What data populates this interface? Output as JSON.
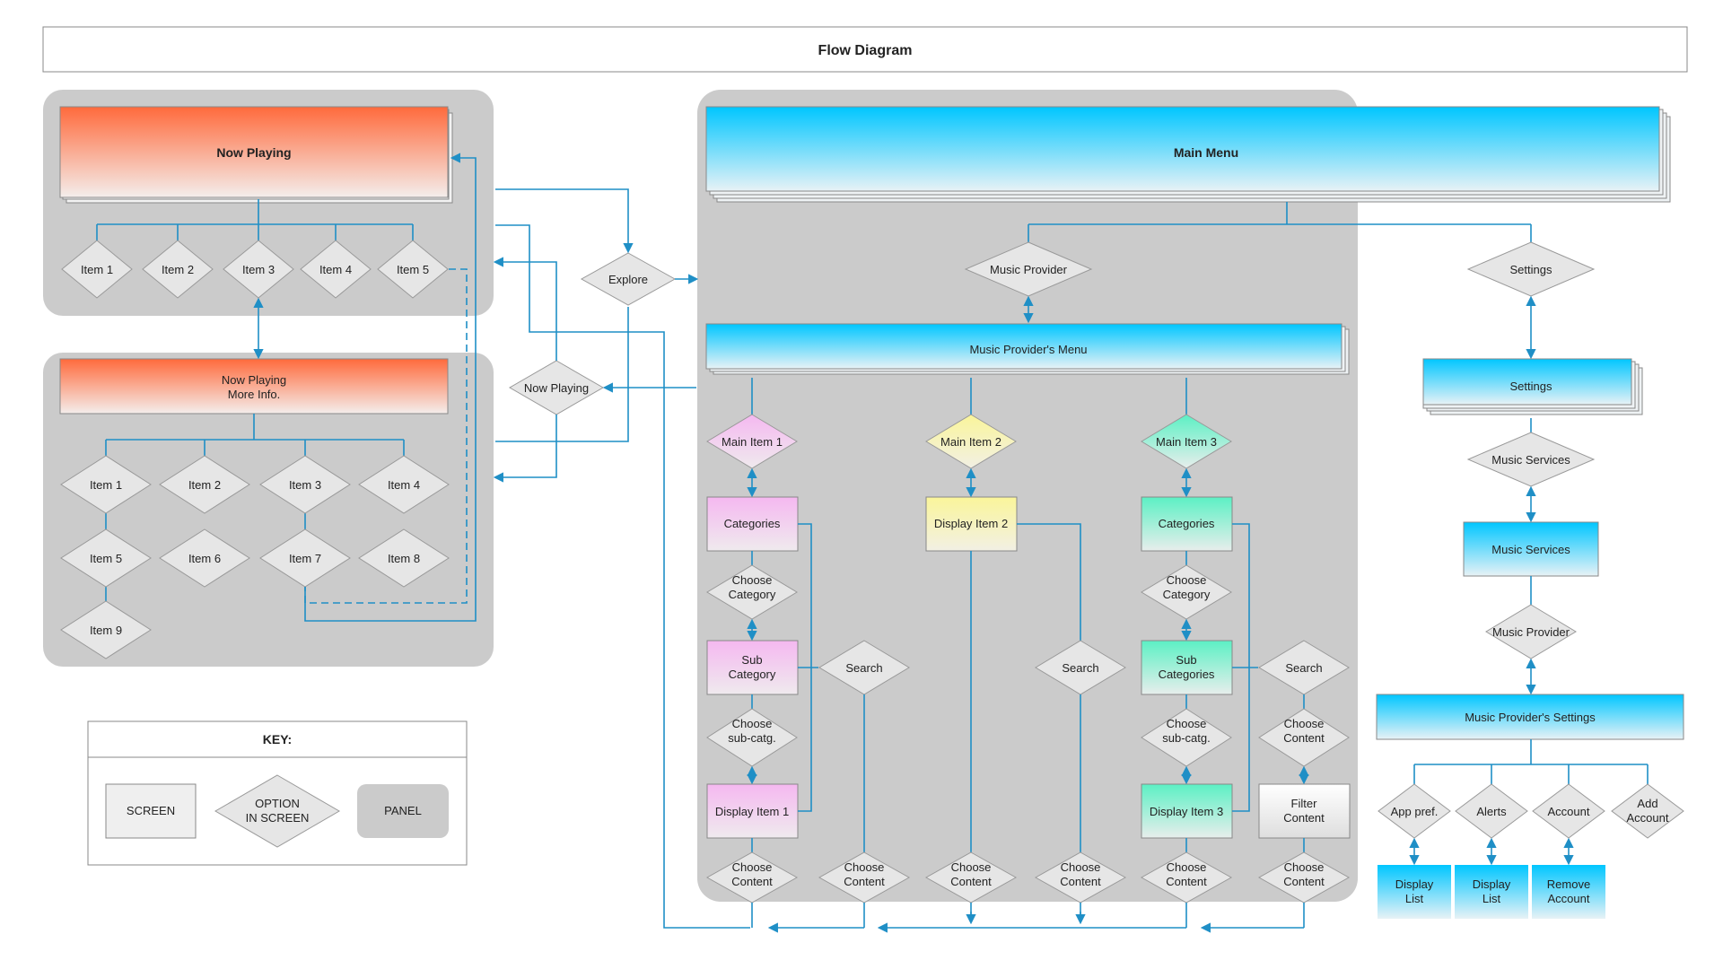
{
  "title": "Flow Diagram",
  "now_playing": {
    "header": "Now Playing",
    "items": [
      "Item 1",
      "Item 2",
      "Item 3",
      "Item 4",
      "Item 5"
    ]
  },
  "more_info": {
    "header_line1": "Now Playing",
    "header_line2": "More Info.",
    "items": [
      "Item 1",
      "Item 2",
      "Item 3",
      "Item 4",
      "Item 5",
      "Item 6",
      "Item 7",
      "Item 8",
      "Item 9"
    ]
  },
  "middle": {
    "explore": "Explore",
    "now_playing": "Now Playing"
  },
  "main_menu": {
    "header": "Main Menu",
    "music_provider": "Music Provider",
    "settings": "Settings",
    "provider_menu": "Music Provider's Menu"
  },
  "col1": {
    "main_item": "Main Item 1",
    "categories": "Categories",
    "choose_category_1": "Choose",
    "choose_category_2": "Category",
    "sub_category_1": "Sub",
    "sub_category_2": "Category",
    "choose_subcatg_1": "Choose",
    "choose_subcatg_2": "sub-catg.",
    "display_item": "Display Item 1",
    "search": "Search"
  },
  "col2": {
    "main_item": "Main Item 2",
    "display_item": "Display Item 2",
    "search": "Search"
  },
  "col3": {
    "main_item": "Main Item 3",
    "categories": "Categories",
    "choose_category_1": "Choose",
    "choose_category_2": "Category",
    "sub_category_1": "Sub",
    "sub_category_2": "Categories",
    "choose_subcatg_1": "Choose",
    "choose_subcatg_2": "sub-catg.",
    "display_item": "Display Item 3",
    "search": "Search",
    "choose_content_1": "Choose",
    "choose_content_2": "Content",
    "filter_1": "Filter",
    "filter_2": "Content"
  },
  "choose_content": {
    "line1": "Choose",
    "line2": "Content"
  },
  "settings_col": {
    "settings_screen": "Settings",
    "music_services_option": "Music Services",
    "music_services_screen": "Music Services",
    "music_provider_option": "Music Provider",
    "provider_settings": "Music Provider's Settings",
    "options": {
      "app_pref": "App pref.",
      "alerts": "Alerts",
      "account": "Account",
      "add_account_1": "Add",
      "add_account_2": "Account"
    },
    "display_list_1": "Display",
    "display_list_2": "List",
    "remove_account_1": "Remove",
    "remove_account_2": "Account"
  },
  "key": {
    "title": "KEY:",
    "screen": "SCREEN",
    "option_1": "OPTION",
    "option_2": "IN SCREEN",
    "panel": "PANEL"
  },
  "colors": {
    "orange_top": "#ff6a3c",
    "blue_top": "#00c8ff",
    "pink": "#f3c8f0",
    "yellow": "#f8f5b8",
    "green": "#6ff0c8",
    "connector": "#1f8fc6",
    "panel": "#cbcbcb"
  }
}
